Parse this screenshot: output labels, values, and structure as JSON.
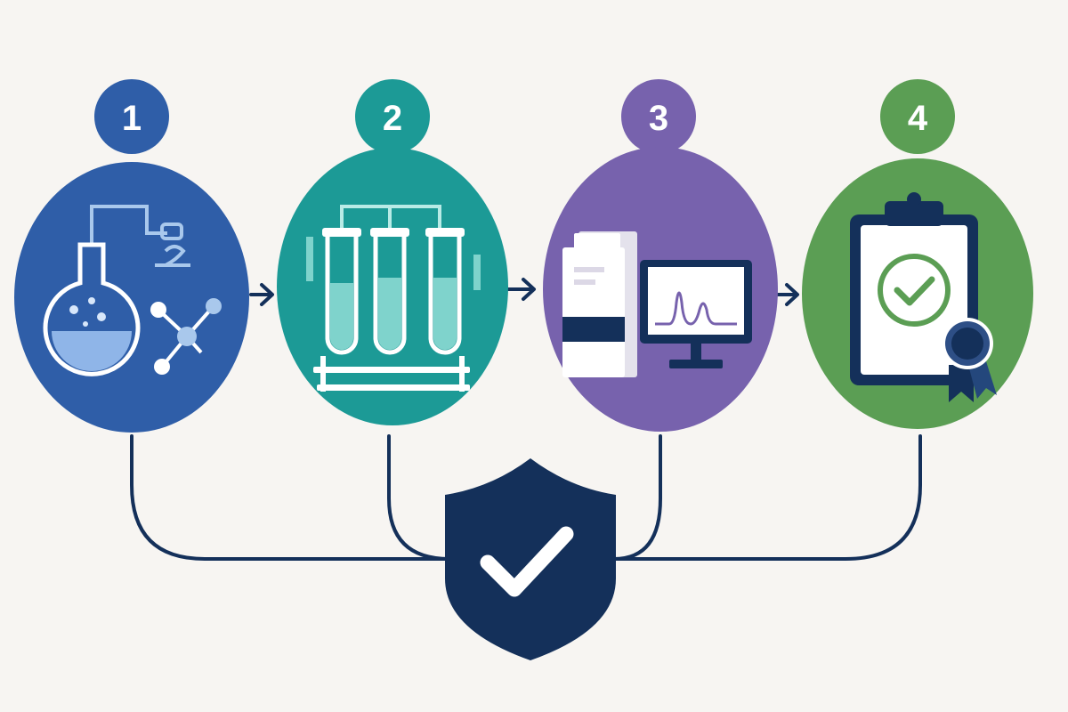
{
  "colors": {
    "background": "#f7f5f2",
    "navy": "#14305a",
    "step1": "#2f5ea8",
    "step2": "#1c9a96",
    "step3": "#7762ad",
    "step4": "#5b9e54",
    "white": "#ffffff"
  },
  "steps": [
    {
      "number": "1",
      "icon": "flask-molecule-icon"
    },
    {
      "number": "2",
      "icon": "test-tubes-icon"
    },
    {
      "number": "3",
      "icon": "chromatograph-monitor-icon"
    },
    {
      "number": "4",
      "icon": "clipboard-certificate-icon"
    }
  ],
  "center": {
    "icon": "shield-check-icon"
  }
}
